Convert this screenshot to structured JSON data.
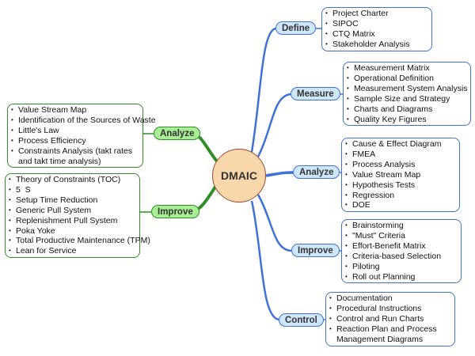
{
  "center": {
    "label": "DMAIC"
  },
  "colors": {
    "right_branch": "#3f72d6",
    "left_branch": "#2f8f26",
    "center_fill": "#f8d7aa"
  },
  "right_branches": [
    {
      "label": "Define",
      "items": [
        "Project Charter",
        "SIPOC",
        "CTQ Matrix",
        "Stakeholder Analysis"
      ]
    },
    {
      "label": "Measure",
      "items": [
        "Measurement Matrix",
        "Operational Definition",
        "Measurement System Analysis",
        "Sample Size and Strategy",
        "Charts and Diagrams",
        "Quality Key Figures"
      ]
    },
    {
      "label": "Analyze",
      "items": [
        "Cause & Effect Diagram",
        "FMEA",
        "Process Analysis",
        "Value Stream Map",
        "Hypothesis Tests",
        "Regression",
        "DOE"
      ]
    },
    {
      "label": "Improve",
      "items": [
        "Brainstorming",
        "\"Must\" Criteria",
        "Effort-Benefit Matrix",
        "Criteria-based Selection",
        "Piloting",
        "Roll out Planning"
      ]
    },
    {
      "label": "Control",
      "items": [
        "Documentation",
        "Procedural Instructions",
        "Control and Run Charts",
        "Reaction Plan and Process Management Diagrams"
      ]
    }
  ],
  "left_branches": [
    {
      "label": "Analyze",
      "items": [
        "Value Stream Map",
        "Identification of the Sources of Waste",
        "Little's Law",
        "Process Efficiency",
        "Constraints Analysis (takt rates and takt time analysis)"
      ]
    },
    {
      "label": "Improve",
      "items": [
        "Theory of Constraints (TOC)",
        "5  S",
        "Setup Time Reduction",
        "Generic Pull System",
        "Replenishment Pull System",
        "Poka Yoke",
        "Total Productive Maintenance (TPM)",
        "Lean for Service"
      ]
    }
  ]
}
